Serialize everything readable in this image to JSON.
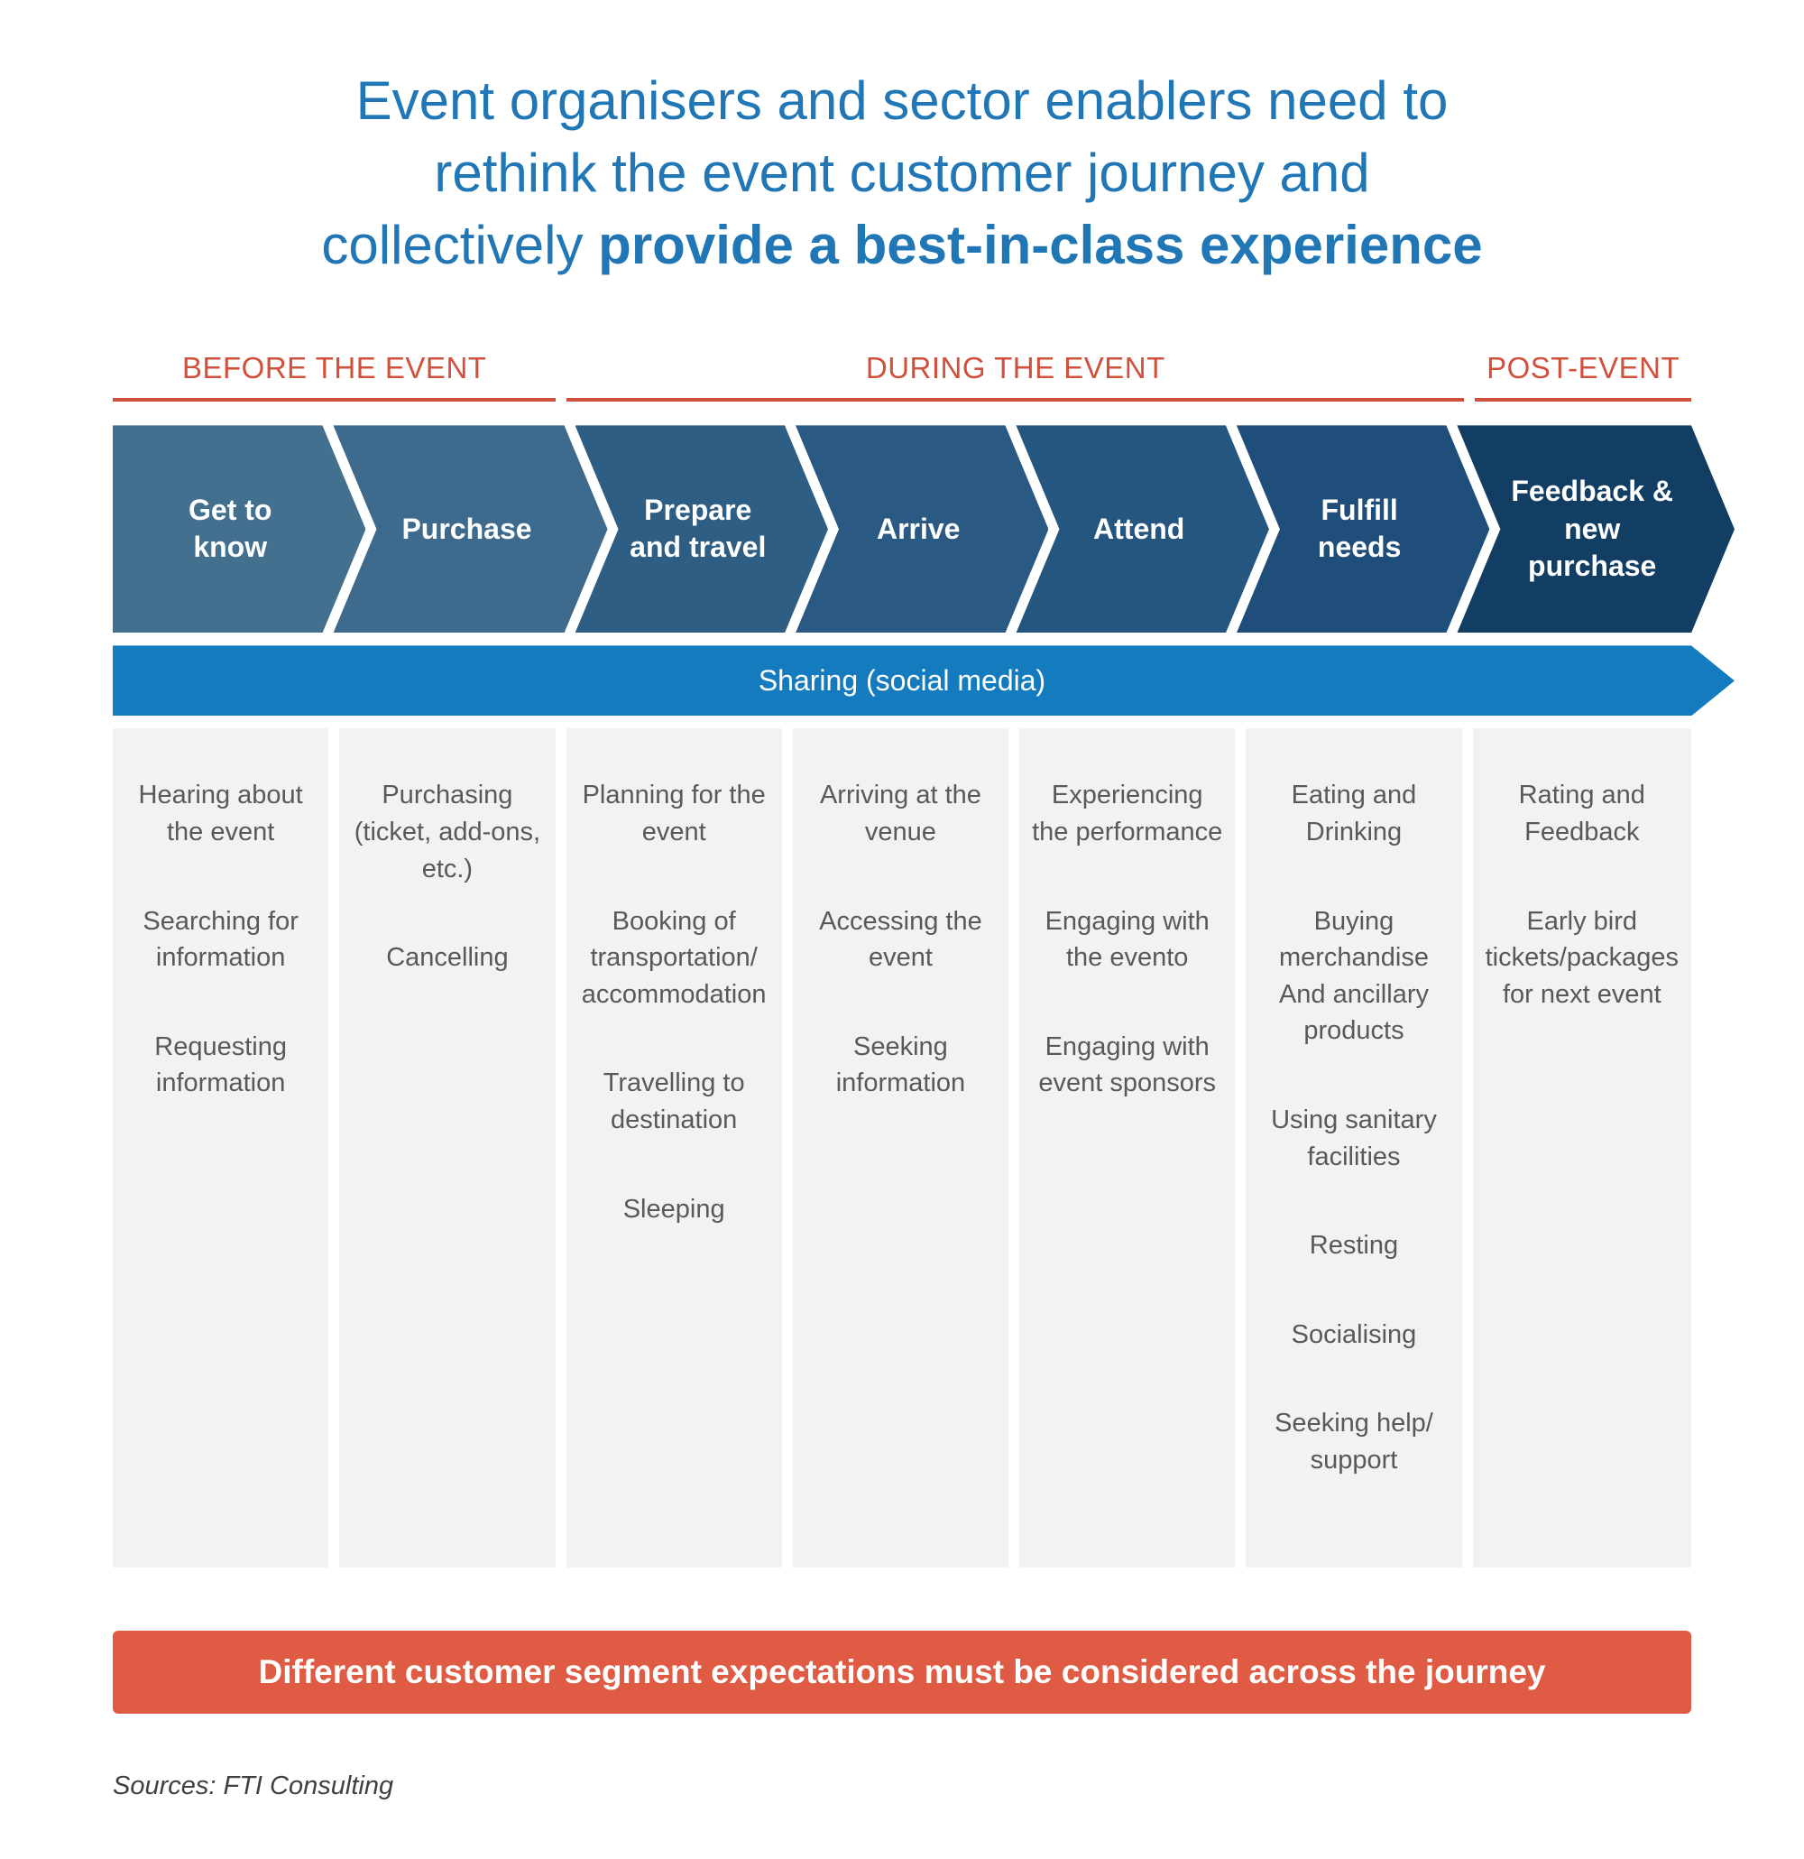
{
  "title": {
    "line1": "Event organisers and sector enablers need to",
    "line2": "rethink the event customer journey and",
    "line3_regular": "collectively ",
    "line3_bold": "provide a best-in-class experience"
  },
  "phases": [
    {
      "label": "BEFORE THE EVENT"
    },
    {
      "label": "DURING THE EVENT"
    },
    {
      "label": "POST-EVENT"
    }
  ],
  "stages": [
    {
      "label": "Get to know",
      "color": "#44708F",
      "items": [
        "Hearing about the event",
        "Searching for information",
        "Requesting information"
      ]
    },
    {
      "label": "Purchase",
      "color": "#3E6A8D",
      "items": [
        "Purchasing (ticket, add-ons, etc.)",
        "Cancelling"
      ]
    },
    {
      "label": "Prepare and travel",
      "color": "#2F5E85",
      "items": [
        "Planning for the event",
        "Booking of transportation/ accommodation",
        "Travelling to destination",
        "Sleeping"
      ]
    },
    {
      "label": "Arrive",
      "color": "#2A5A83",
      "items": [
        "Arriving at the venue",
        "Accessing the event",
        "Seeking information"
      ]
    },
    {
      "label": "Attend",
      "color": "#255680",
      "items": [
        "Experiencing the performance",
        "Engaging with the evento",
        "Engaging with event sponsors"
      ]
    },
    {
      "label": "Fulfill needs",
      "color": "#1E4E79",
      "items": [
        "Eating and Drinking",
        "Buying merchandise And ancillary products",
        "Using sanitary facilities",
        "Resting",
        "Socialising",
        "Seeking help/ support"
      ]
    },
    {
      "label": "Feedback & new purchase",
      "color": "#133E63",
      "items": [
        "Rating and Feedback",
        "Early bird tickets/packages for next event"
      ]
    }
  ],
  "sharing_bar": {
    "label": "Sharing (social media)"
  },
  "banner": {
    "text": "Different customer segment expectations must be considered across the journey"
  },
  "source": {
    "text": "Sources: FTI Consulting"
  },
  "colors": {
    "title_blue": "#2177B5",
    "phase_red": "#D0503C",
    "sharing_blue": "#147BBE",
    "banner_red": "#DF5B43",
    "column_bg": "#F2F2F4",
    "list_text": "#58595B"
  }
}
